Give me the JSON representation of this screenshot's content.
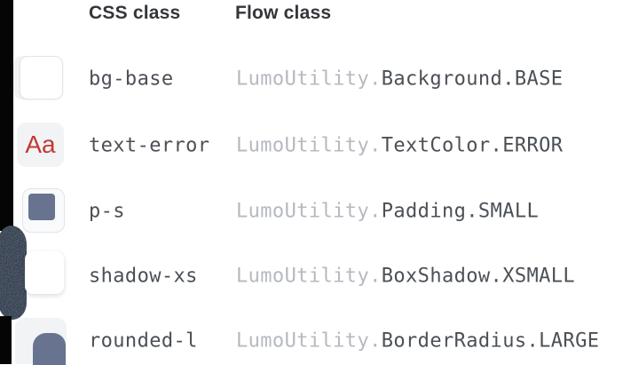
{
  "header": {
    "css_class_label": "CSS class",
    "flow_class_label": "Flow class"
  },
  "rows": [
    {
      "css_class": "bg-base",
      "flow_prefix": "LumoUtility.",
      "flow_rest": "Background.BASE",
      "preview": "white-square-with-border"
    },
    {
      "css_class": "text-error",
      "flow_prefix": "LumoUtility.",
      "flow_rest": "TextColor.ERROR",
      "preview": "red-text-sample",
      "preview_text": "Aa"
    },
    {
      "css_class": "p-s",
      "flow_prefix": "LumoUtility.",
      "flow_rest": "Padding.SMALL",
      "preview": "blue-square-padded"
    },
    {
      "css_class": "shadow-xs",
      "flow_prefix": "LumoUtility.",
      "flow_rest": "BoxShadow.XSMALL",
      "preview": "white-square-with-shadow"
    },
    {
      "css_class": "rounded-l",
      "flow_prefix": "LumoUtility.",
      "flow_rest": "BorderRadius.LARGE",
      "preview": "blue-square-rounded-corner"
    }
  ],
  "colors": {
    "error_red": "#c23a2f",
    "swatch_blue": "#68748f",
    "prefix_gray": "#b5b9bf",
    "code_dark": "#4b5056",
    "header_dark": "#33363a",
    "chip_gray": "#f2f3f5"
  }
}
